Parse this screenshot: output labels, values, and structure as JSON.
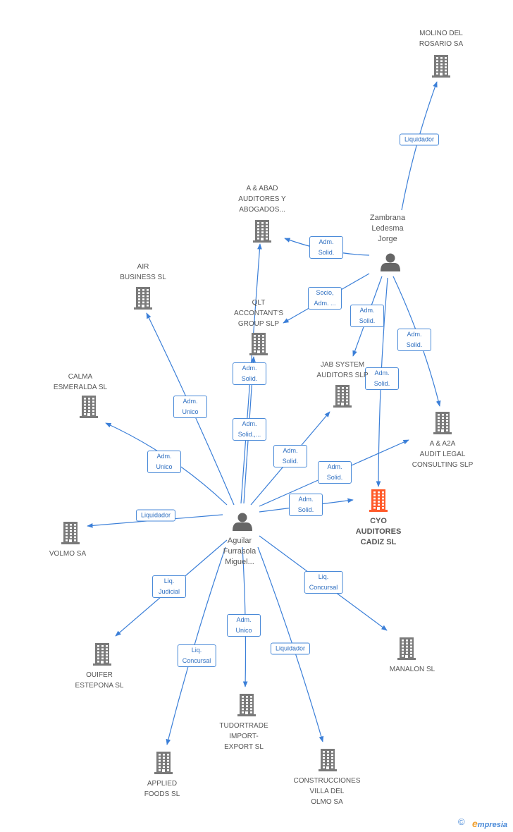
{
  "colors": {
    "edge": "#3b7fd8",
    "edge_label_border": "#4a8ad8",
    "building": "#7a7a7a",
    "focus_building": "#ff5a2a",
    "person": "#666666",
    "text": "#555555"
  },
  "nodes": [
    {
      "id": "molino",
      "type": "company",
      "lines": [
        "MOLINO DEL",
        "ROSARIO SA"
      ]
    },
    {
      "id": "aabad",
      "type": "company",
      "lines": [
        "A & ABAD",
        "AUDITORES Y",
        "ABOGADOS..."
      ]
    },
    {
      "id": "zambrana",
      "type": "person",
      "lines": [
        "Zambrana",
        "Ledesma",
        "Jorge"
      ]
    },
    {
      "id": "air",
      "type": "company",
      "lines": [
        "AIR",
        "BUSINESS  SL"
      ]
    },
    {
      "id": "qlt",
      "type": "company",
      "lines": [
        "QLT",
        "ACCONTANT'S",
        "GROUP SLP"
      ]
    },
    {
      "id": "calma",
      "type": "company",
      "lines": [
        "CALMA",
        "ESMERALDA SL"
      ]
    },
    {
      "id": "jab",
      "type": "company",
      "lines": [
        "JAB SYSTEM",
        "AUDITORS SLP"
      ]
    },
    {
      "id": "a2a",
      "type": "company",
      "lines": [
        "A & A2A",
        "AUDIT LEGAL",
        "CONSULTING  SLP"
      ]
    },
    {
      "id": "cyo",
      "type": "focus",
      "lines": [
        "CYO",
        "AUDITORES",
        "CADIZ SL"
      ]
    },
    {
      "id": "aguilar",
      "type": "person",
      "lines": [
        "Aguilar",
        "Furrasola",
        "Miguel..."
      ]
    },
    {
      "id": "volmo",
      "type": "company",
      "lines": [
        "VOLMO SA"
      ]
    },
    {
      "id": "ouifer",
      "type": "company",
      "lines": [
        "OUIFER",
        "ESTEPONA SL"
      ]
    },
    {
      "id": "manalon",
      "type": "company",
      "lines": [
        "MANALON SL"
      ]
    },
    {
      "id": "tudortrade",
      "type": "company",
      "lines": [
        "TUDORTRADE",
        "IMPORT-",
        "EXPORT SL"
      ]
    },
    {
      "id": "applied",
      "type": "company",
      "lines": [
        "APPLIED",
        "FOODS SL"
      ]
    },
    {
      "id": "construcciones",
      "type": "company",
      "lines": [
        "CONSTRUCCIONES",
        "VILLA DEL",
        "OLMO SA"
      ]
    }
  ],
  "edges": [
    {
      "from": "zambrana",
      "to": "molino",
      "label": "Liquidador"
    },
    {
      "from": "zambrana",
      "to": "aabad",
      "label": "Adm.\nSolid."
    },
    {
      "from": "zambrana",
      "to": "qlt",
      "label": "Socio,\nAdm. ..."
    },
    {
      "from": "zambrana",
      "to": "jab",
      "label": "Adm.\nSolid."
    },
    {
      "from": "zambrana",
      "to": "cyo",
      "label": "Adm.\nSolid."
    },
    {
      "from": "zambrana",
      "to": "a2a",
      "label": "Adm.\nSolid."
    },
    {
      "from": "aguilar",
      "to": "air",
      "label": "Adm.\nUnico"
    },
    {
      "from": "aguilar",
      "to": "aabad",
      "label": "Adm.\nSolid.,..."
    },
    {
      "from": "aguilar",
      "to": "qlt",
      "label": "Adm.\nSolid."
    },
    {
      "from": "aguilar",
      "to": "calma",
      "label": "Adm.\nUnico"
    },
    {
      "from": "aguilar",
      "to": "jab",
      "label": "Adm.\nSolid."
    },
    {
      "from": "aguilar",
      "to": "a2a",
      "label": "Adm.\nSolid."
    },
    {
      "from": "aguilar",
      "to": "cyo",
      "label": "Adm.\nSolid."
    },
    {
      "from": "aguilar",
      "to": "volmo",
      "label": "Liquidador"
    },
    {
      "from": "aguilar",
      "to": "ouifer",
      "label": "Liq.\nJudicial"
    },
    {
      "from": "aguilar",
      "to": "manalon",
      "label": "Liq.\nConcursal"
    },
    {
      "from": "aguilar",
      "to": "tudortrade",
      "label": "Adm.\nUnico"
    },
    {
      "from": "aguilar",
      "to": "applied",
      "label": "Liq.\nConcursal"
    },
    {
      "from": "aguilar",
      "to": "construcciones",
      "label": "Liquidador"
    }
  ],
  "footer": {
    "copyright": "©",
    "brand_initial": "e",
    "brand_rest": "mpresia"
  }
}
